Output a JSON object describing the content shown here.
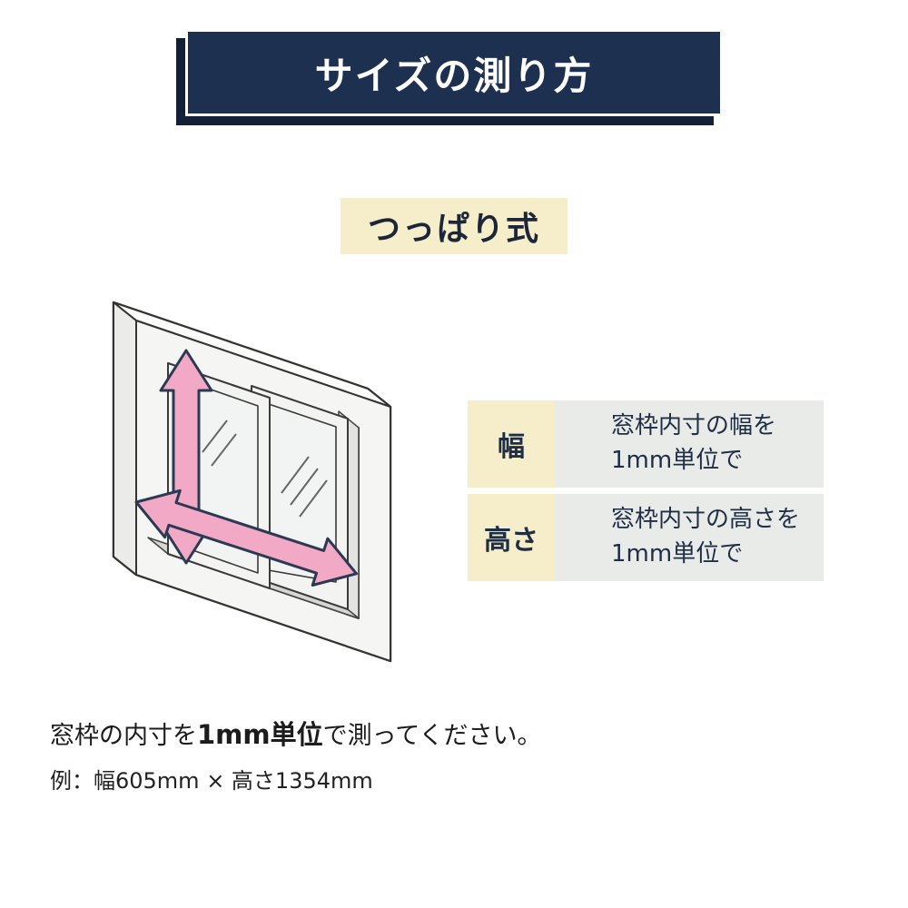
{
  "banner": {
    "title": "サイズの測り方"
  },
  "subtitle": {
    "label": "つっぱり式"
  },
  "illustration": {
    "window_icon": "isometric-window-frame",
    "height_arrow_icon": "vertical-height-measure-arrow",
    "width_arrow_icon": "horizontal-width-measure-arrow"
  },
  "table": {
    "rows": [
      {
        "label": "幅",
        "line1": "窓枠内寸の幅を",
        "line2": "1mm単位で"
      },
      {
        "label": "高さ",
        "line1": "窓枠内寸の高さを",
        "line2": "1mm単位で"
      }
    ]
  },
  "footer": {
    "line1_pre": "窓枠の内寸を",
    "line1_bold": "1mm単位",
    "line1_post": "で測ってください。",
    "line2": "例：幅605mm × 高さ1354mm"
  },
  "colors": {
    "navy": "#1e3050",
    "navy_shadow": "#142038",
    "cream": "#f6eecb",
    "cell_gray": "#e9ebe8",
    "arrow_pink": "#f2a9c5"
  }
}
